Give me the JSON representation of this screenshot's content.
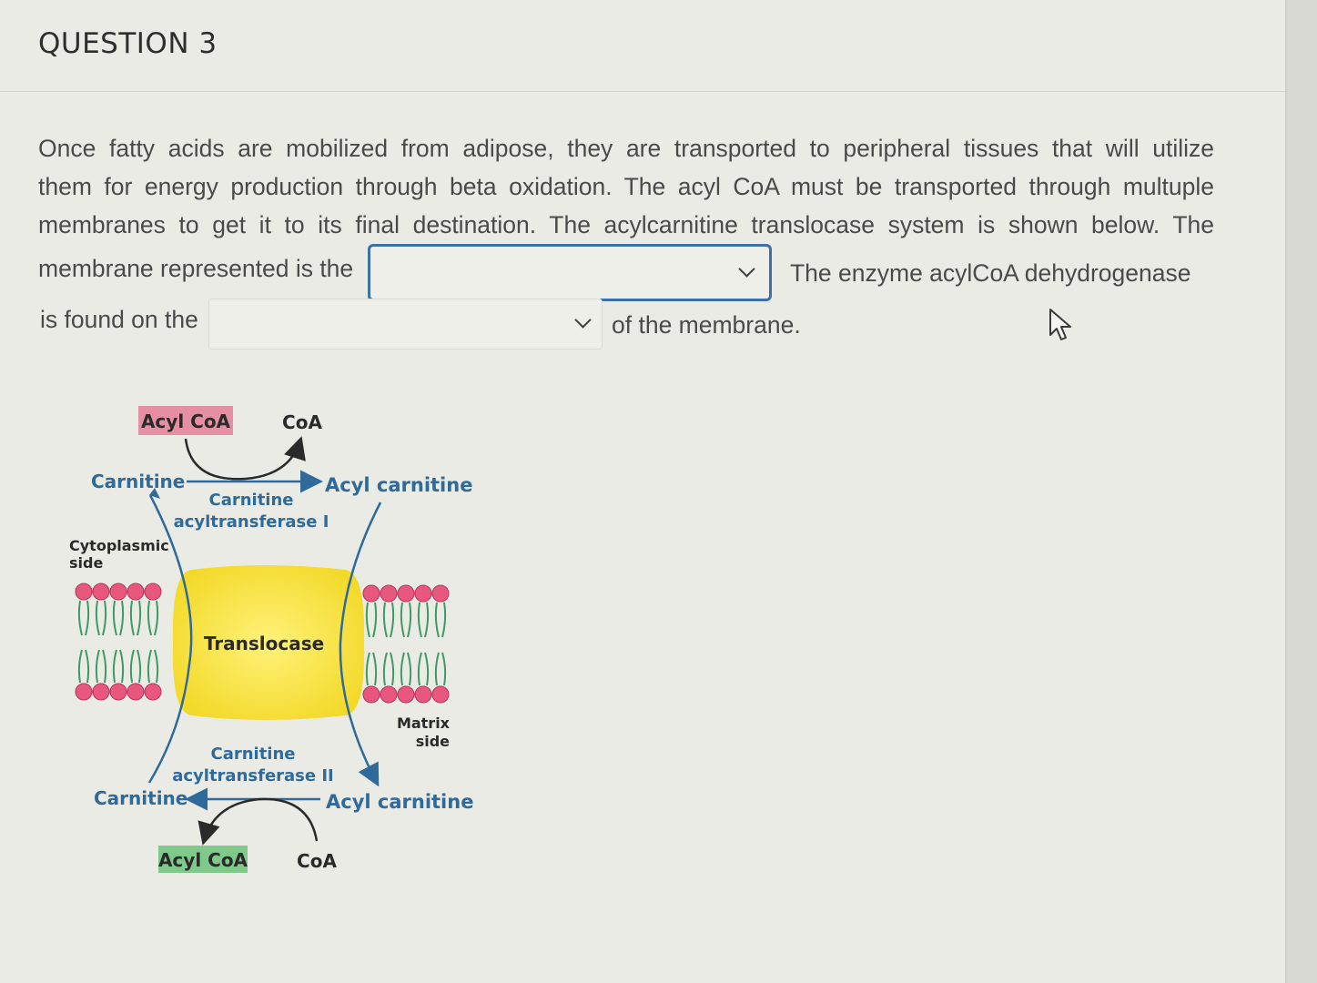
{
  "question": {
    "title": "QUESTION 3",
    "line1": "Once fatty acids are mobilized from adipose, they are transported to peripheral tissues that will utilize",
    "line2": "them for energy production through beta oxidation. The acyl CoA must be transported through multuple",
    "line3": "membranes to get it to its final destination. The acylcarnitine translocase system is shown below.  The",
    "line4_before": "membrane represented is the",
    "line4_after": "The enzyme acylCoA dehydrogenase",
    "line5_before": "is found on the",
    "line5_after": "of the membrane."
  },
  "dropdowns": {
    "membrane_select": {
      "selected": "",
      "state": "focused"
    },
    "location_select": {
      "selected": ""
    }
  },
  "diagram": {
    "acyl_coa_top": "Acyl CoA",
    "coa_top": "CoA",
    "carnitine_top": "Carnitine",
    "acyl_carnitine_top": "Acyl carnitine",
    "enzyme_1_line1": "Carnitine",
    "enzyme_1_line2": "acyltransferase I",
    "cytoplasmic_line1": "Cytoplasmic",
    "cytoplasmic_line2": "side",
    "translocase": "Translocase",
    "matrix_line1": "Matrix",
    "matrix_line2": "side",
    "enzyme_2_line1": "Carnitine",
    "enzyme_2_line2": "acyltransferase II",
    "carnitine_bottom": "Carnitine",
    "acyl_carnitine_bottom": "Acyl carnitine",
    "acyl_coa_bottom": "Acyl CoA",
    "coa_bottom": "CoA",
    "colors": {
      "label_blue": "#2f6b9a",
      "acyl_coa_top_bg": "#e58fa4",
      "acyl_coa_bottom_bg": "#7fc98a",
      "translocase_fill": "#f6df3a",
      "lipid_head": "#e8577e"
    }
  },
  "icons": {
    "cursor": "arrow-cursor-icon",
    "dropdown": "chevron-down-icon"
  }
}
